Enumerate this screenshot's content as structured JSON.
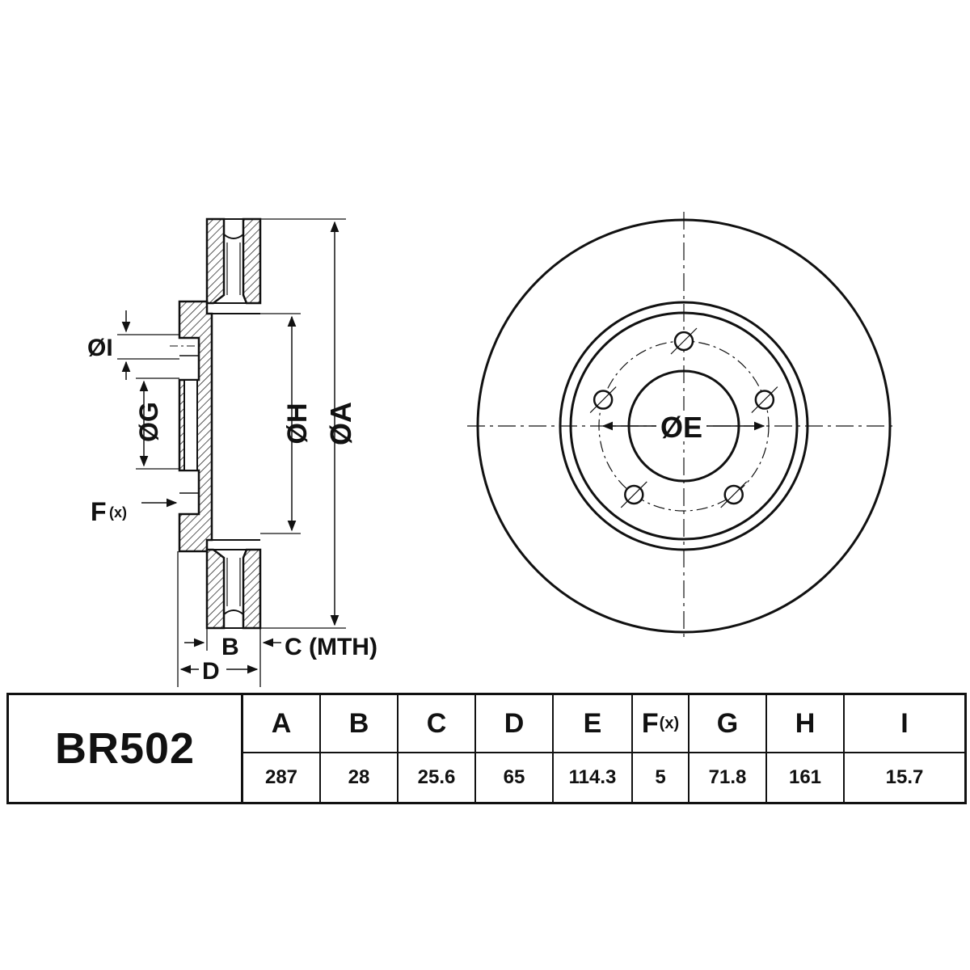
{
  "diagram": {
    "side_labels": {
      "a": "ØA",
      "h": "ØH",
      "g": "ØG",
      "i": "ØI",
      "f_main": "F",
      "f_sub": "(x)",
      "b": "B",
      "c": "C (MTH)",
      "d": "D"
    },
    "face_labels": {
      "e": "ØE"
    },
    "bolt_holes": 5
  },
  "spec_table": {
    "part_number": "BR502",
    "columns": [
      {
        "key": "A",
        "label": "A",
        "sub": "",
        "value": "287"
      },
      {
        "key": "B",
        "label": "B",
        "sub": "",
        "value": "28"
      },
      {
        "key": "C",
        "label": "C",
        "sub": "",
        "value": "25.6"
      },
      {
        "key": "D",
        "label": "D",
        "sub": "",
        "value": "65"
      },
      {
        "key": "E",
        "label": "E",
        "sub": "",
        "value": "114.3"
      },
      {
        "key": "F",
        "label": "F",
        "sub": "(x)",
        "value": "5"
      },
      {
        "key": "G",
        "label": "G",
        "sub": "",
        "value": "71.8"
      },
      {
        "key": "H",
        "label": "H",
        "sub": "",
        "value": "161"
      },
      {
        "key": "I",
        "label": "I",
        "sub": "",
        "value": "15.7"
      }
    ]
  }
}
